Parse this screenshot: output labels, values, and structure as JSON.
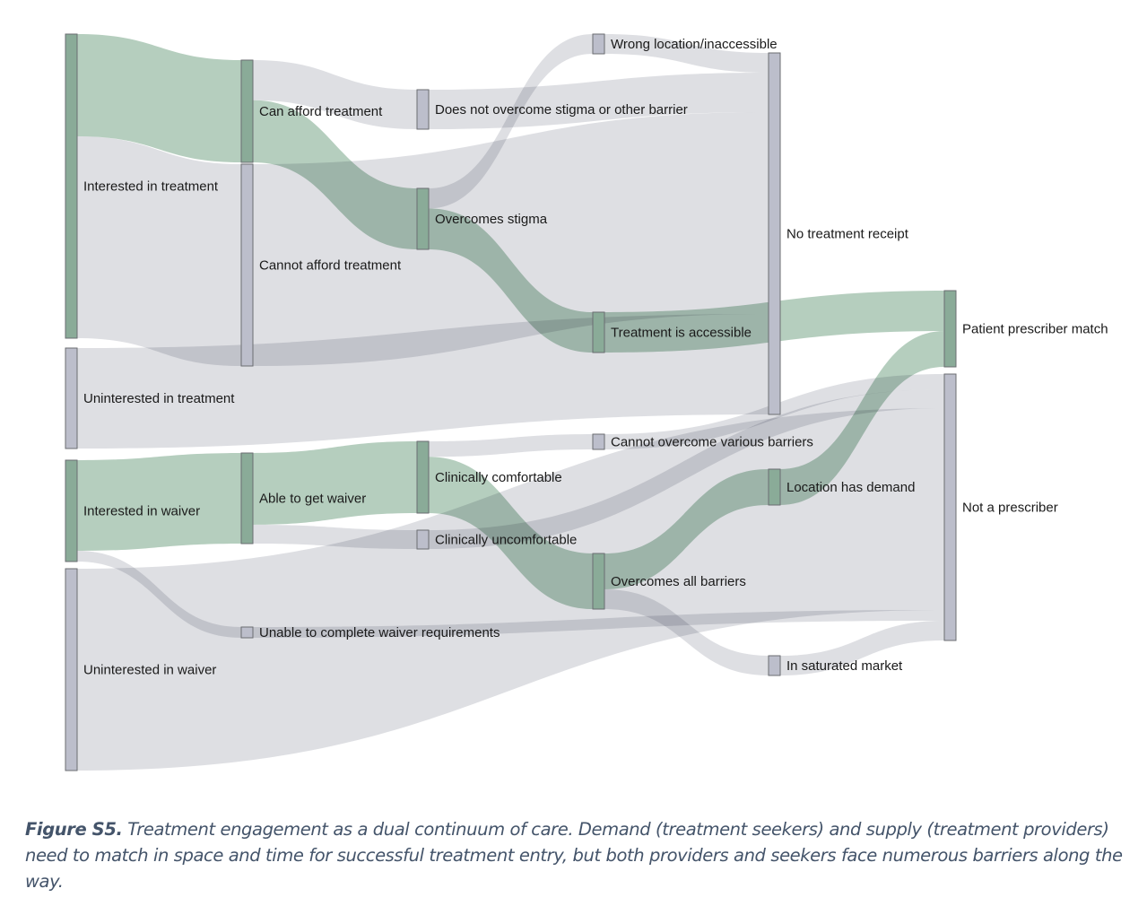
{
  "chart_data": {
    "type": "sankey",
    "title": "",
    "colors": {
      "positive_node": "#8aab98",
      "positive_link": "#b1cbbb",
      "negative_node": "#bcbecb",
      "negative_link": "#dcdde2",
      "node_stroke": "#6b6d72"
    },
    "nodes": [
      {
        "id": "interested_treatment",
        "label": "Interested in treatment",
        "column": 0,
        "kind": "positive"
      },
      {
        "id": "uninterested_treatment",
        "label": "Uninterested in treatment",
        "column": 0,
        "kind": "negative"
      },
      {
        "id": "interested_waiver",
        "label": "Interested in waiver",
        "column": 0,
        "kind": "positive"
      },
      {
        "id": "uninterested_waiver",
        "label": "Uninterested in waiver",
        "column": 0,
        "kind": "negative"
      },
      {
        "id": "can_afford",
        "label": "Can afford treatment",
        "column": 1,
        "kind": "positive"
      },
      {
        "id": "cannot_afford",
        "label": "Cannot afford treatment",
        "column": 1,
        "kind": "negative"
      },
      {
        "id": "able_waiver",
        "label": "Able to get waiver",
        "column": 1,
        "kind": "positive"
      },
      {
        "id": "unable_waiver",
        "label": "Unable to complete waiver requirements",
        "column": 1,
        "kind": "negative"
      },
      {
        "id": "not_overcome_stigma",
        "label": "Does not overcome stigma or other barrier",
        "column": 2,
        "kind": "negative"
      },
      {
        "id": "overcomes_stigma",
        "label": "Overcomes stigma",
        "column": 2,
        "kind": "positive"
      },
      {
        "id": "clin_comfortable",
        "label": "Clinically comfortable",
        "column": 2,
        "kind": "positive"
      },
      {
        "id": "clin_uncomfortable",
        "label": "Clinically uncomfortable",
        "column": 2,
        "kind": "negative"
      },
      {
        "id": "wrong_location",
        "label": "Wrong location/inaccessible",
        "column": 3,
        "kind": "negative"
      },
      {
        "id": "treatment_accessible",
        "label": "Treatment is accessible",
        "column": 3,
        "kind": "positive"
      },
      {
        "id": "cannot_overcome_barriers",
        "label": "Cannot overcome various barriers",
        "column": 3,
        "kind": "negative"
      },
      {
        "id": "overcomes_all",
        "label": "Overcomes all barriers",
        "column": 3,
        "kind": "positive"
      },
      {
        "id": "no_treatment",
        "label": "No treatment receipt",
        "column": 4,
        "kind": "negative"
      },
      {
        "id": "location_demand",
        "label": "Location has demand",
        "column": 4,
        "kind": "positive"
      },
      {
        "id": "saturated_market",
        "label": "In saturated market",
        "column": 4,
        "kind": "negative"
      },
      {
        "id": "match",
        "label": "Patient prescriber match",
        "column": 5,
        "kind": "positive"
      },
      {
        "id": "not_prescriber",
        "label": "Not a prescriber",
        "column": 5,
        "kind": "negative"
      }
    ],
    "links": [
      {
        "source": "interested_treatment",
        "target": "can_afford",
        "value": 114,
        "kind": "positive"
      },
      {
        "source": "interested_treatment",
        "target": "cannot_afford",
        "value": 225,
        "kind": "negative"
      },
      {
        "source": "uninterested_treatment",
        "target": "no_treatment",
        "value": 112,
        "kind": "negative"
      },
      {
        "source": "interested_waiver",
        "target": "able_waiver",
        "value": 101,
        "kind": "positive"
      },
      {
        "source": "interested_waiver",
        "target": "unable_waiver",
        "value": 12,
        "kind": "negative"
      },
      {
        "source": "uninterested_waiver",
        "target": "not_prescriber",
        "value": 225,
        "kind": "negative"
      },
      {
        "source": "can_afford",
        "target": "not_overcome_stigma",
        "value": 44,
        "kind": "negative"
      },
      {
        "source": "can_afford",
        "target": "overcomes_stigma",
        "value": 68,
        "kind": "positive"
      },
      {
        "source": "cannot_afford",
        "target": "no_treatment",
        "value": 225,
        "kind": "negative"
      },
      {
        "source": "able_waiver",
        "target": "clin_comfortable",
        "value": 80,
        "kind": "positive"
      },
      {
        "source": "able_waiver",
        "target": "clin_uncomfortable",
        "value": 21,
        "kind": "negative"
      },
      {
        "source": "unable_waiver",
        "target": "not_prescriber",
        "value": 12,
        "kind": "negative"
      },
      {
        "source": "not_overcome_stigma",
        "target": "no_treatment",
        "value": 44,
        "kind": "negative"
      },
      {
        "source": "overcomes_stigma",
        "target": "wrong_location",
        "value": 22,
        "kind": "negative"
      },
      {
        "source": "overcomes_stigma",
        "target": "treatment_accessible",
        "value": 45,
        "kind": "positive"
      },
      {
        "source": "clin_comfortable",
        "target": "cannot_overcome_barriers",
        "value": 17,
        "kind": "negative"
      },
      {
        "source": "clin_comfortable",
        "target": "overcomes_all",
        "value": 62,
        "kind": "positive"
      },
      {
        "source": "clin_uncomfortable",
        "target": "not_prescriber",
        "value": 21,
        "kind": "negative"
      },
      {
        "source": "wrong_location",
        "target": "no_treatment",
        "value": 22,
        "kind": "negative"
      },
      {
        "source": "treatment_accessible",
        "target": "match",
        "value": 45,
        "kind": "positive"
      },
      {
        "source": "cannot_overcome_barriers",
        "target": "not_prescriber",
        "value": 17,
        "kind": "negative"
      },
      {
        "source": "overcomes_all",
        "target": "location_demand",
        "value": 40,
        "kind": "positive"
      },
      {
        "source": "overcomes_all",
        "target": "saturated_market",
        "value": 22,
        "kind": "negative"
      },
      {
        "source": "location_demand",
        "target": "match",
        "value": 40,
        "kind": "positive"
      },
      {
        "source": "saturated_market",
        "target": "not_prescriber",
        "value": 22,
        "kind": "negative"
      }
    ]
  },
  "caption": {
    "label": "Figure S5.",
    "text": " Treatment engagement as a dual continuum of care. Demand (treatment seekers) and supply (treatment providers) need to match in space and time for successful treatment entry, but both providers and seekers face numerous barriers along the way."
  }
}
